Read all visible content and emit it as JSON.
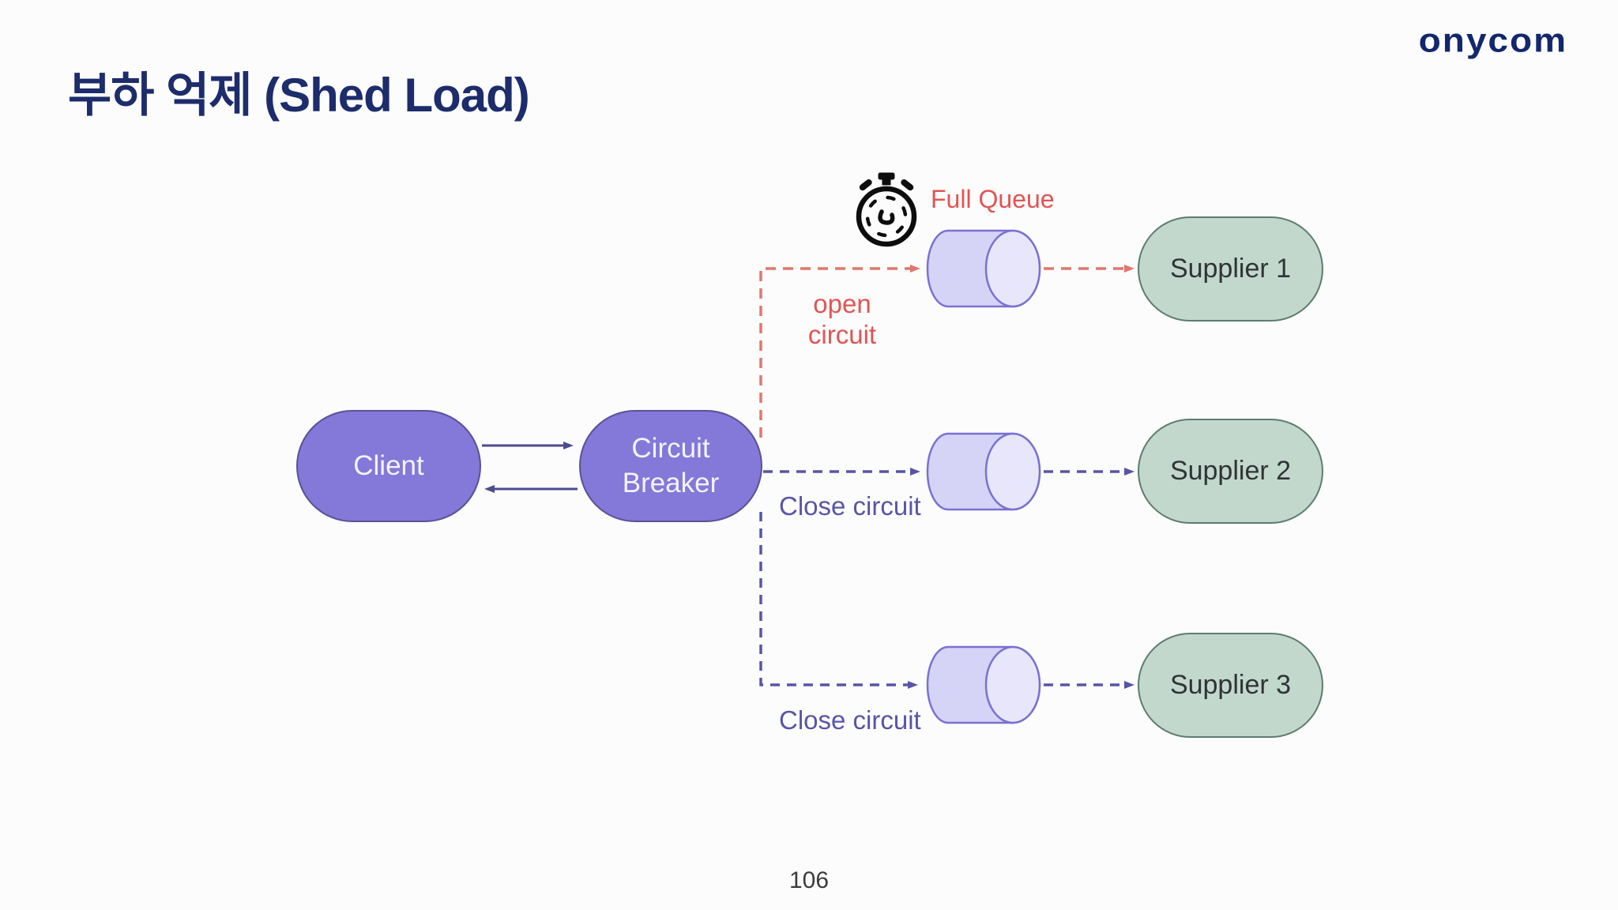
{
  "header": {
    "logo_text": "onycom",
    "title": "부하 억제 (Shed Load)"
  },
  "diagram": {
    "client": {
      "label": "Client"
    },
    "circuit_breaker": {
      "label": "Circuit Breaker"
    },
    "client_cb_link": "bidirectional solid arrows",
    "rows": [
      {
        "state_label": "open circuit",
        "queue_annotation": "Full Queue",
        "queue_icon": "stopwatch-icon",
        "supplier": "Supplier 1",
        "line_style": "dashed",
        "line_color": "#e0776d"
      },
      {
        "state_label": "Close circuit",
        "supplier": "Supplier 2",
        "line_style": "dashed",
        "line_color": "#5a54a6"
      },
      {
        "state_label": "Close circuit",
        "supplier": "Supplier 3",
        "line_style": "dashed",
        "line_color": "#5a54a6"
      }
    ]
  },
  "footer": {
    "page_number": "106"
  },
  "colors": {
    "navy": "#1d2c6b",
    "purple_node": "#8478d8",
    "purple_node_border": "#5a5296",
    "node_text": "#f4f2ff",
    "supplier_fill": "#c3d8cc",
    "supplier_border": "#5d7c70",
    "supplier_text": "#2f3437",
    "queue_fill": "#d5d4f6",
    "queue_rim": "#e7e6fb",
    "queue_border": "#7a71d1",
    "red_text": "#e25454",
    "red_line": "#e0776d",
    "purple_line": "#5a54a6",
    "solid_arrow": "#4c4c8e",
    "page_text": "#3c3c3c"
  }
}
